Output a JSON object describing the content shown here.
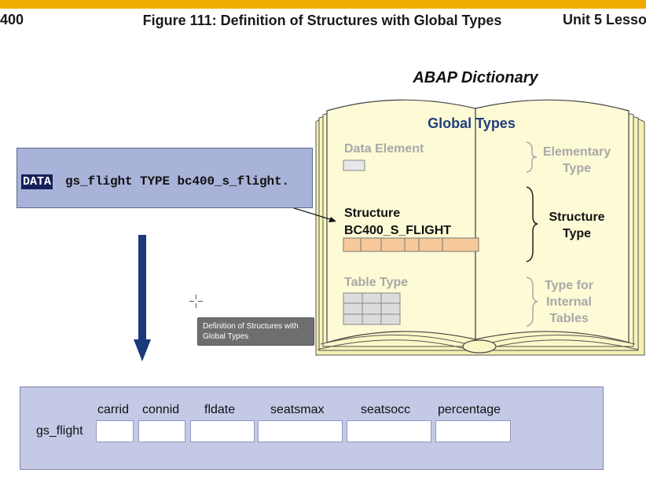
{
  "header": {
    "left_fragment": "400",
    "title": "Figure 111: Definition of Structures with Global Types",
    "right_fragment": "Unit 5 Lesso"
  },
  "dictionary": {
    "title": "ABAP Dictionary",
    "global_types_title": "Global Types",
    "data_element_label": "Data Element",
    "elementary_type_label": "Elementary Type",
    "structure_label_line1": "Structure",
    "structure_label_line2": "BC400_S_FLIGHT",
    "structure_type_label": "Structure Type",
    "table_type_label": "Table Type",
    "type_for_internal_tables_label": "Type for Internal Tables"
  },
  "code": {
    "keyword": "DATA",
    "statement": "gs_flight TYPE bc400_s_flight."
  },
  "tooltip": {
    "text": "Definition of Structures with Global Types"
  },
  "output": {
    "variable_label": "gs_flight",
    "fields": [
      "carrid",
      "connid",
      "fldate",
      "seatsmax",
      "seatsocc",
      "percentage"
    ]
  },
  "colors": {
    "accent_bar": "#f0ab00",
    "book_page": "#fbf8c8",
    "code_box": "#a9b3d9",
    "keyword_bg": "#16205a",
    "structure_cells": "#f7c99a",
    "global_types_title": "#22407a",
    "arrow": "#1a3a7a",
    "output_box": "#c4c9e6"
  }
}
